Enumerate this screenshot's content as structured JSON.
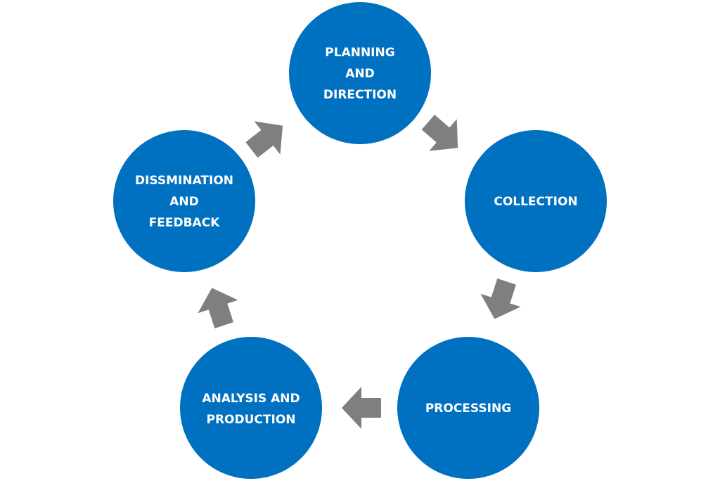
{
  "colors": {
    "node_fill": "#0070C0",
    "arrow_fill": "#7F7F7F",
    "label_color": "#FFFFFF",
    "background": "#FFFFFF"
  },
  "nodes": [
    {
      "id": "planning",
      "lines": [
        "PLANNING",
        "AND",
        "DIRECTION"
      ]
    },
    {
      "id": "collection",
      "lines": [
        "COLLECTION"
      ]
    },
    {
      "id": "processing",
      "lines": [
        "PROCESSING"
      ]
    },
    {
      "id": "analysis",
      "lines": [
        "ANALYSIS AND",
        "PRODUCTION"
      ]
    },
    {
      "id": "dissemination",
      "lines": [
        "DISSMINATION",
        "AND",
        "FEEDBACK"
      ]
    }
  ],
  "arrows": [
    {
      "from": "planning",
      "to": "collection"
    },
    {
      "from": "collection",
      "to": "processing"
    },
    {
      "from": "processing",
      "to": "analysis"
    },
    {
      "from": "analysis",
      "to": "dissemination"
    },
    {
      "from": "dissemination",
      "to": "planning"
    }
  ]
}
